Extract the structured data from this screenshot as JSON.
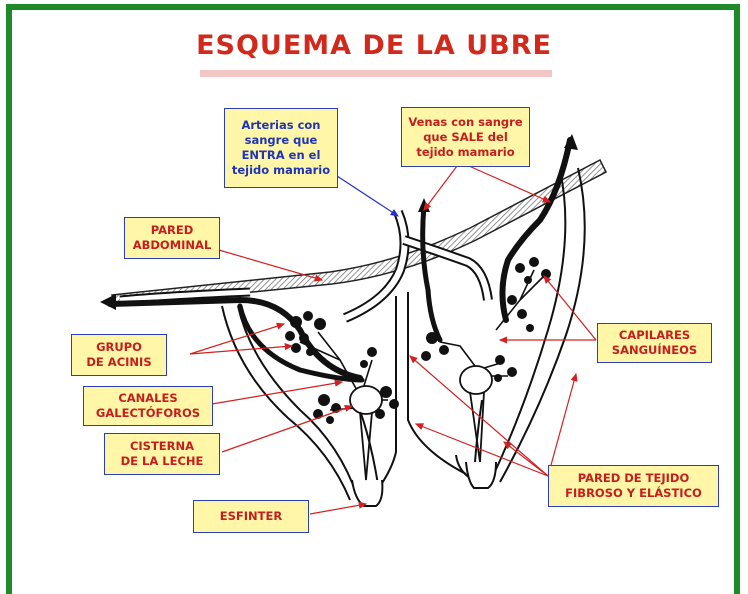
{
  "title": "ESQUEMA DE LA UBRE",
  "labels": {
    "arterias": "Arterias con\nsangre que\nENTRA en el\ntejido mamario",
    "venas": "Venas con sangre\nque SALE del\ntejido mamario",
    "pared_abdominal": "PARED\nABDOMINAL",
    "grupo_acinis": "GRUPO\nDE ACINIS",
    "canales": "CANALES\nGALECTÓFOROS",
    "cisterna": "CISTERNA\nDE LA LECHE",
    "esfinter": "ESFINTER",
    "capilares": "CAPILARES\nSANGUÍNEOS",
    "pared_tejido": "PARED DE TEJIDO\nFIBROSO Y ELÁSTICO"
  },
  "colors": {
    "frame": "#1f8a2a",
    "title": "#d12a1c",
    "label_bg": "#fff6a8",
    "label_border": "#2d3fb8",
    "arrow_red": "#d42020",
    "arrow_blue": "#2233cc"
  }
}
